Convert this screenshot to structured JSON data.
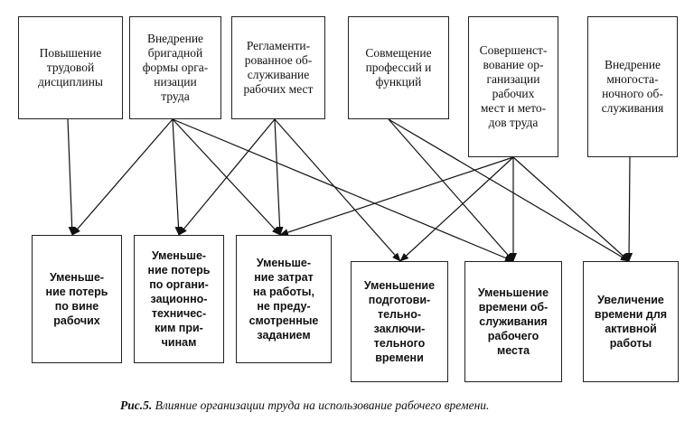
{
  "factors": [
    {
      "id": "discipline",
      "label": "Повышение\nтрудовой\nдисциплины"
    },
    {
      "id": "brigade",
      "label": "Внедрение\nбригадной\nформы орга-\nнизации\nтруда"
    },
    {
      "id": "regulated",
      "label": "Регламенти-\nрованное об-\nслуживание\nрабочих мест"
    },
    {
      "id": "combining",
      "label": "Совмещение\nпрофессий и\nфункций"
    },
    {
      "id": "improvement",
      "label": "Совершенст-\nвование ор-\nганизации\nрабочих\nмест и мето-\nдов труда"
    },
    {
      "id": "multimachine",
      "label": "Внедрение\nмногоста-\nночного об-\nслуживания"
    }
  ],
  "effects": [
    {
      "id": "worker_losses",
      "label": "Уменьше-\nние потерь\nпо вине\nрабочих"
    },
    {
      "id": "org_losses",
      "label": "Уменьше-\nние потерь\nпо органи-\nзационно-\nтехничес-\nким при-\nчинам"
    },
    {
      "id": "unplanned_costs",
      "label": "Уменьше-\nние затрат\nна работы,\nне преду-\nсмотренные\nзаданием"
    },
    {
      "id": "prep_time",
      "label": "Уменьшение\nподготови-\nтельно-\nзаключи-\nтельного\nвремени"
    },
    {
      "id": "service_time",
      "label": "Уменьшение\nвремени об-\nслуживания\nрабочего\nместа"
    },
    {
      "id": "active_time",
      "label": "Увеличение\nвремени для\nактивной\nработы"
    }
  ],
  "connections": [
    {
      "from": "discipline",
      "to": "worker_losses"
    },
    {
      "from": "brigade",
      "to": "worker_losses"
    },
    {
      "from": "brigade",
      "to": "org_losses"
    },
    {
      "from": "brigade",
      "to": "unplanned_costs"
    },
    {
      "from": "brigade",
      "to": "service_time"
    },
    {
      "from": "regulated",
      "to": "org_losses"
    },
    {
      "from": "regulated",
      "to": "unplanned_costs"
    },
    {
      "from": "regulated",
      "to": "prep_time"
    },
    {
      "from": "combining",
      "to": "service_time"
    },
    {
      "from": "combining",
      "to": "active_time"
    },
    {
      "from": "improvement",
      "to": "unplanned_costs"
    },
    {
      "from": "improvement",
      "to": "prep_time"
    },
    {
      "from": "improvement",
      "to": "service_time"
    },
    {
      "from": "improvement",
      "to": "active_time"
    },
    {
      "from": "multimachine",
      "to": "active_time"
    }
  ],
  "caption": {
    "number": "Рис.5.",
    "text": " Влияние организации труда на использование рабочего времени."
  }
}
